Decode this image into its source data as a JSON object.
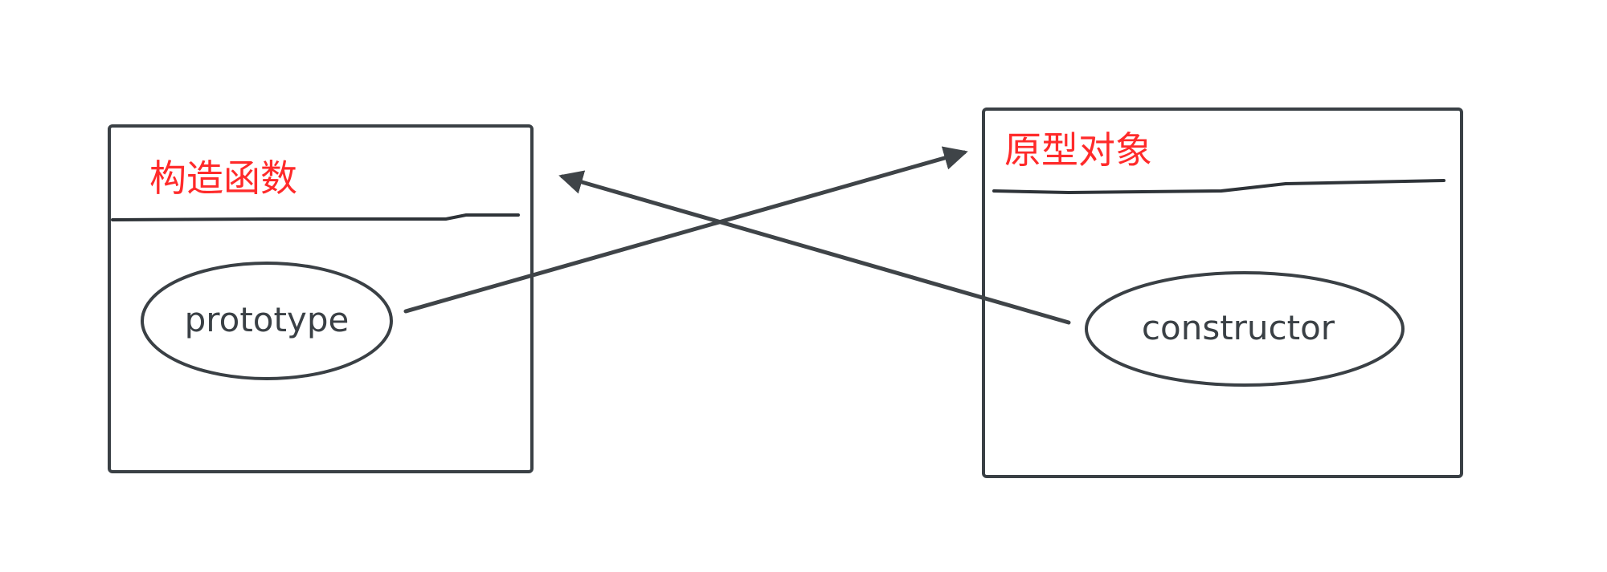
{
  "diagram": {
    "constructor_box": {
      "title": "构造函数",
      "property": "prototype"
    },
    "prototype_box": {
      "title": "原型对象",
      "property": "constructor"
    }
  },
  "colors": {
    "title": "#ff2a2a",
    "stroke": "#3a4045",
    "arrow": "#3f4448"
  }
}
